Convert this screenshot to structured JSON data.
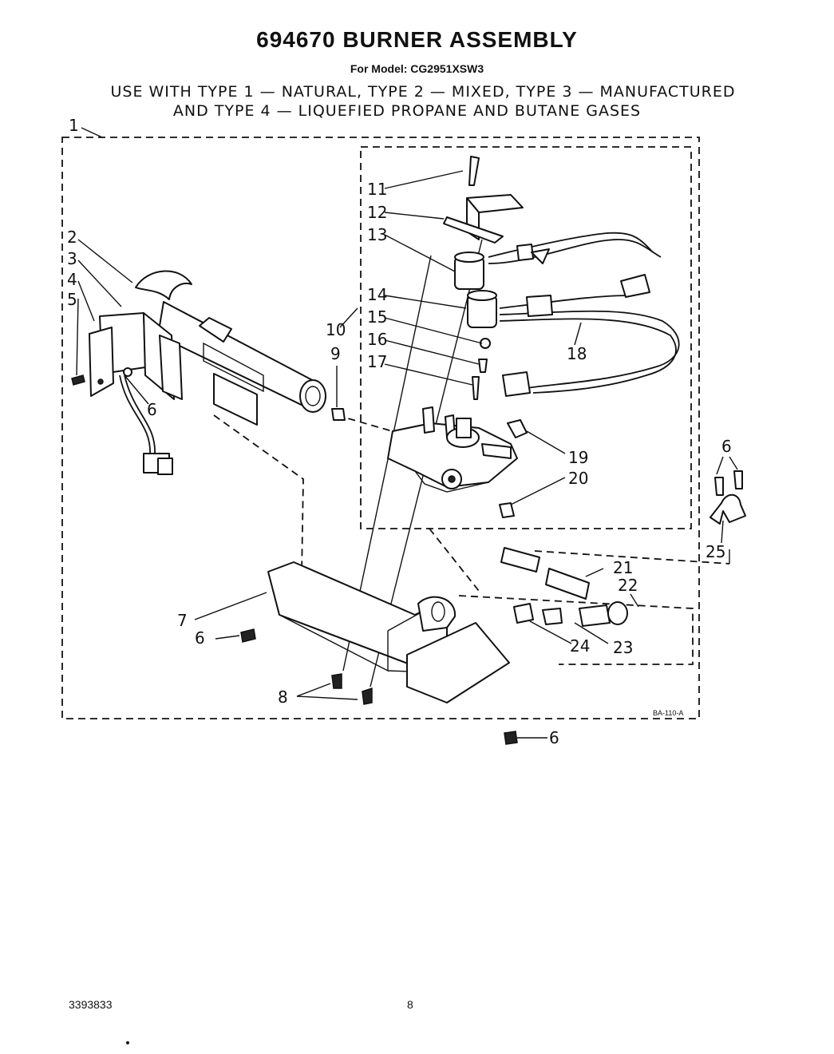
{
  "header": {
    "title": "694670 BURNER ASSEMBLY",
    "model_line": "For Model: CG2951XSW3",
    "usage_line_1": "USE WITH TYPE 1 — NATURAL, TYPE 2 — MIXED, TYPE 3 — MANUFACTURED",
    "usage_line_2": "AND TYPE 4 — LIQUEFIED PROPANE AND BUTANE GASES"
  },
  "callouts": {
    "c1": "1",
    "c2": "2",
    "c3": "3",
    "c4": "4",
    "c5": "5",
    "c6a": "6",
    "c6b": "6",
    "c6c": "6",
    "c6d": "6",
    "c7": "7",
    "c8": "8",
    "c9": "9",
    "c10": "10",
    "c11": "11",
    "c12": "12",
    "c13": "13",
    "c14": "14",
    "c15": "15",
    "c16": "16",
    "c17": "17",
    "c18": "18",
    "c19": "19",
    "c20": "20",
    "c21": "21",
    "c22": "22",
    "c23": "23",
    "c24": "24",
    "c25": "25"
  },
  "drawing_code": "BA-110-A",
  "footer": {
    "doc_number": "3393833",
    "page_number": "8"
  }
}
